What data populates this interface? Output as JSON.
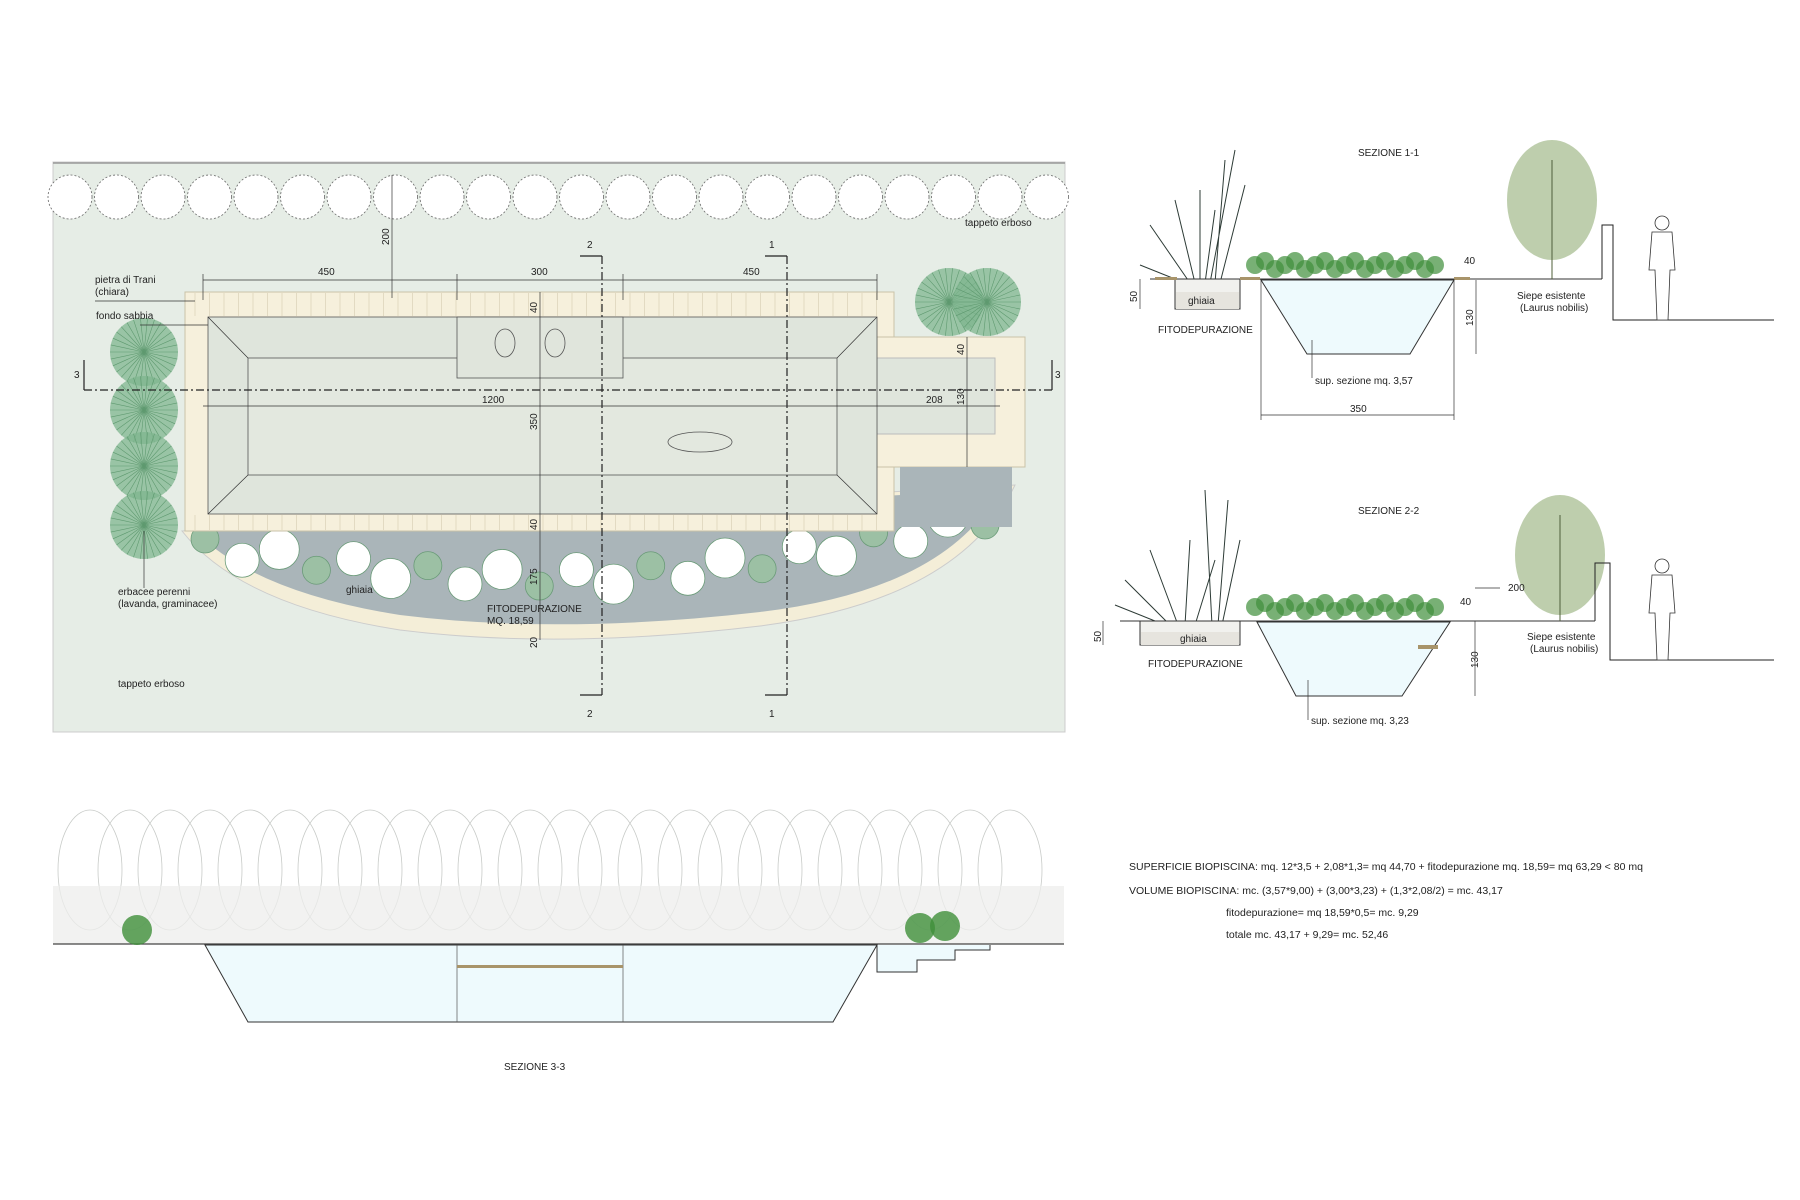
{
  "plan": {
    "labels": {
      "pietra_1": "pietra di Trani",
      "pietra_2": "(chiara)",
      "fondo": "fondo sabbia",
      "erbacee_1": "erbacee perenni",
      "erbacee_2": "(lavanda, graminacee)",
      "tappeto_bottom": "tappeto erboso",
      "tappeto_top": "tappeto erboso",
      "ghiaia": "ghiaia",
      "fito_1": "FITODEPURAZIONE",
      "fito_2": "MQ. 18,59"
    },
    "dims": {
      "d450a": "450",
      "d300": "300",
      "d450b": "450",
      "d200": "200",
      "d1200": "1200",
      "d350": "350",
      "d208": "208",
      "d130": "130",
      "d40a": "40",
      "d40b": "40",
      "d40c": "40",
      "d175": "175",
      "d20": "20"
    },
    "section_marks": {
      "s1": "1",
      "s2": "2",
      "s3": "3"
    }
  },
  "section_1": {
    "title": "SEZIONE 1-1",
    "ghiaia": "ghiaia",
    "fito": "FITODEPURAZIONE",
    "d50": "50",
    "d40": "40",
    "d130": "130",
    "d350": "350",
    "sup": "sup. sezione mq. 3,57",
    "siepe_1": "Siepe esistente",
    "siepe_2": "(Laurus nobilis)"
  },
  "section_2": {
    "title": "SEZIONE 2-2",
    "ghiaia": "ghiaia",
    "fito": "FITODEPURAZIONE",
    "d50": "50",
    "d40": "40",
    "d130": "130",
    "d200": "200",
    "sup": "sup. sezione mq. 3,23",
    "siepe_1": "Siepe esistente",
    "siepe_2": "(Laurus nobilis)"
  },
  "section_3": {
    "title": "SEZIONE 3-3"
  },
  "calculations": {
    "superficie": "SUPERFICIE BIOPISCINA: mq. 12*3,5 + 2,08*1,3= mq 44,70 + fitodepurazione mq. 18,59= mq 63,29  < 80 mq",
    "volume": "VOLUME BIOPISCINA: mc. (3,57*9,00) + (3,00*3,23) + (1,3*2,08/2)  = mc. 43,17",
    "fito": "fitodepurazione= mq 18,59*0,5= mc. 9,29",
    "totale": "totale mc. 43,17 + 9,29= mc. 52,46"
  },
  "colors": {
    "lawn": "#e6ede6",
    "paving": "#f6f0dc",
    "pool": "#dfe5dc",
    "water": "#eefafd",
    "gravel": "#a9b4b8",
    "plant": "#7fb58f"
  }
}
